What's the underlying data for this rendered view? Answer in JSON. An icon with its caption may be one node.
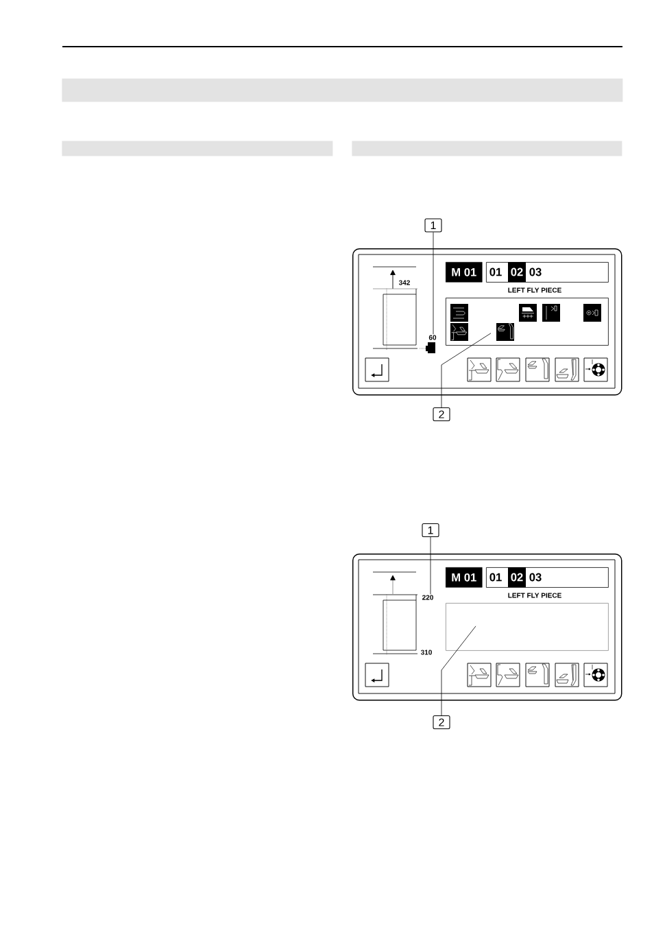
{
  "diagram": {
    "nodes": [
      {
        "text": [],
        "shape": "bar"
      },
      {
        "text": [],
        "shape": "bar"
      },
      {
        "text": [],
        "shape": "bar"
      },
      {
        "text": [
          "1"
        ]
      },
      {
        "text": [],
        "shape": "box"
      },
      {
        "text": [
          "M 01"
        ],
        "in": 4
      },
      {
        "text": [
          "01",
          "02",
          "03"
        ],
        "in": 4
      },
      {
        "text": [],
        "shape": "box",
        "in": 4
      },
      {
        "text": [
          "60"
        ],
        "in": 4
      },
      {
        "text": [
          "2"
        ]
      },
      {
        "text": [
          "1"
        ]
      },
      {
        "text": [],
        "shape": "box"
      },
      {
        "text": [
          "M 01"
        ],
        "in": 11
      },
      {
        "text": [
          "01",
          "02",
          "03"
        ],
        "in": 11
      },
      {
        "text": [
          "220"
        ],
        "in": 11
      },
      {
        "text": [],
        "shape": "box",
        "in": 11
      },
      {
        "text": [
          "2"
        ]
      }
    ],
    "edges": [
      {
        "from": 3,
        "to": 8,
        "arrow": "none"
      },
      {
        "from": 9,
        "to": 7,
        "arrow": "none"
      },
      {
        "from": 10,
        "to": 14,
        "arrow": "none"
      },
      {
        "from": 16,
        "to": 15,
        "arrow": "none"
      }
    ],
    "labels": [
      "342",
      "LEFT FLY PIECE",
      "LEFT FLY PIECE",
      "310"
    ]
  }
}
